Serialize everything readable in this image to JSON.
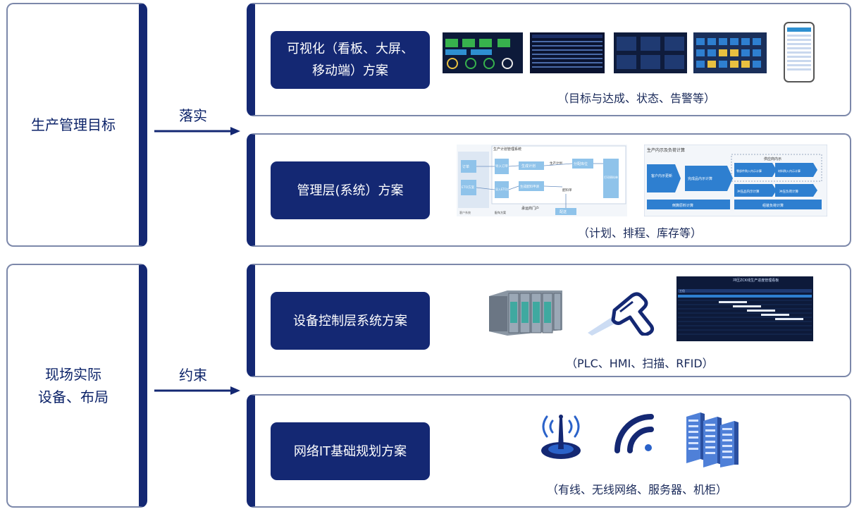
{
  "goals": [
    {
      "line1": "生产管理目标",
      "line2": ""
    },
    {
      "line1": "现场实际",
      "line2": "设备、布局"
    }
  ],
  "arrows": [
    "落实",
    "约束"
  ],
  "panels": [
    {
      "button": {
        "line1": "可视化（看板、大屏、",
        "line2": "移动端）方案"
      },
      "caption": "（目标与达成、状态、告警等）"
    },
    {
      "button": {
        "line1": "管理层(系统）方案",
        "line2": ""
      },
      "caption": "（计划、排程、库存等）"
    },
    {
      "button": {
        "line1": "设备控制层系统方案",
        "line2": ""
      },
      "caption": "（PLC、HMI、扫描、RFID）"
    },
    {
      "button": {
        "line1": "网络IT基础规划方案",
        "line2": ""
      },
      "caption": "（有线、无线网络、服务器、机柜）"
    }
  ],
  "flow_left": {
    "title": "生产计划管理系统",
    "order": "订单",
    "scheme": "ETO方案",
    "import_order": "导入订单",
    "import_eto": "导入ETO方案",
    "gen_plan": "生成计划",
    "gen_pick": "生成配料申请",
    "prod_plan": "生产计划",
    "assign": "分配库位",
    "print": "打印原料单",
    "pick_sheet": "配料单",
    "delivery": "配送",
    "supplier_portal": "承运商门户",
    "customer_sys": "客户系统",
    "plan_sheet": "配车方案"
  },
  "flow_right": {
    "title": "生产内示及负荷计算",
    "supplier": "供应商内示",
    "cust_update": "客户内示更新",
    "finished": "完成品内示计算",
    "parts": "零部件购入内示计算",
    "material": "材料购入内示计算",
    "stamping": "冲压品内示计算",
    "stamp_load": "冲压负荷计算",
    "rough": "倒算原料计算",
    "weld_load": "组装负荷计算"
  },
  "dash_tables": {
    "title": "冲压ZCK线生产进度管理看板",
    "header": "工位"
  },
  "colors": {
    "navy": "#142873",
    "border": "#7c88aa",
    "text": "#0c2369",
    "accent": "#2a62c9"
  }
}
